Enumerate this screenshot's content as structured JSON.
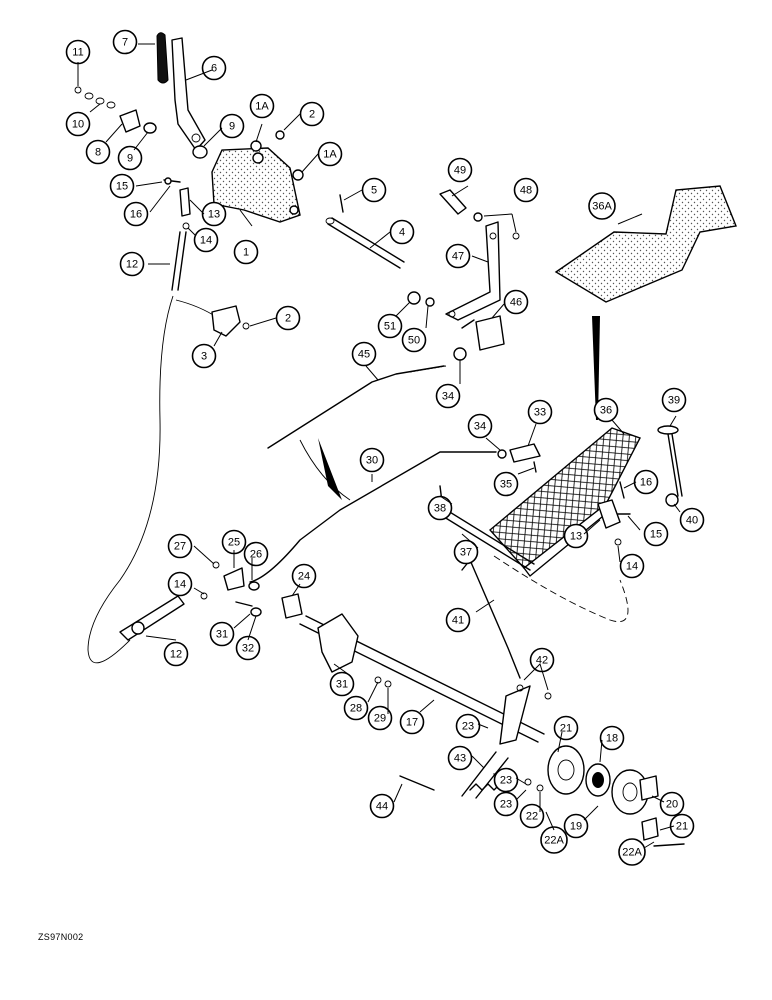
{
  "figure_code": "ZS97N002",
  "callout_labels": [
    "7",
    "6",
    "11",
    "10",
    "8",
    "9",
    "9",
    "1A",
    "2",
    "1A",
    "15",
    "16",
    "13",
    "14",
    "1",
    "5",
    "4",
    "12",
    "3",
    "2",
    "49",
    "48",
    "47",
    "46",
    "51",
    "50",
    "45",
    "34",
    "36A",
    "36",
    "39",
    "34",
    "33",
    "35",
    "30",
    "38",
    "16",
    "15",
    "13",
    "14",
    "40",
    "37",
    "27",
    "25",
    "26",
    "24",
    "14",
    "31",
    "32",
    "12",
    "41",
    "42",
    "31",
    "28",
    "29",
    "17",
    "23",
    "21",
    "18",
    "43",
    "23",
    "23",
    "22",
    "22A",
    "19",
    "20",
    "44",
    "21",
    "22A"
  ]
}
